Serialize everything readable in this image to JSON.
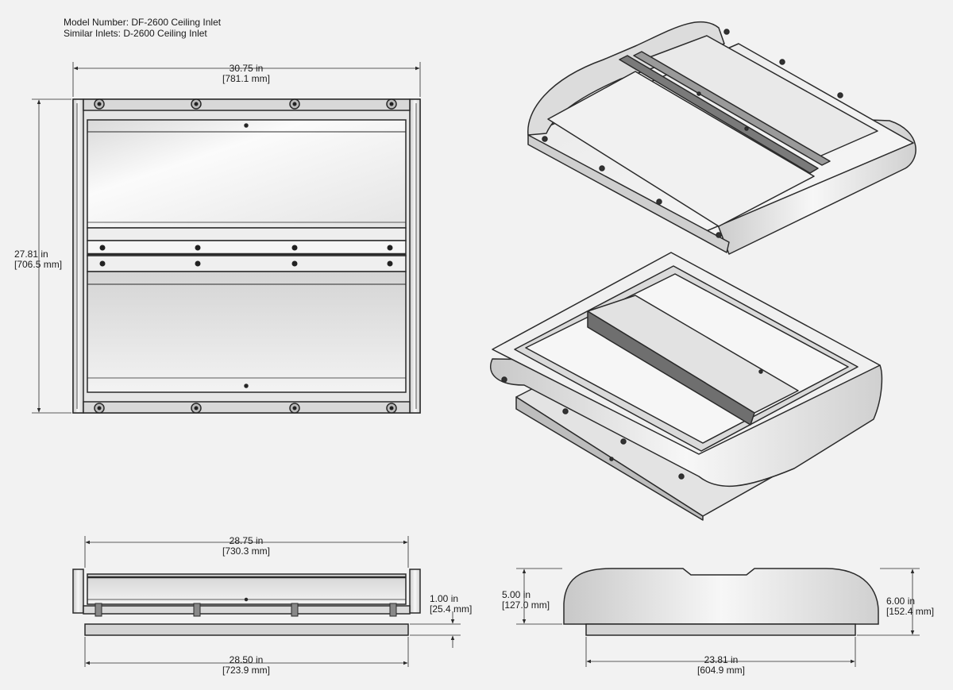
{
  "header": {
    "model_line": "Model Number: DF-2600 Ceiling Inlet",
    "similar_line": "Similar Inlets: D-2600 Ceiling Inlet"
  },
  "dimensions": {
    "top_width": {
      "in": "30.75 in",
      "mm": "[781.1 mm]"
    },
    "height": {
      "in": "27.81 in",
      "mm": "[706.5 mm]"
    },
    "front_inner_width": {
      "in": "28.75 in",
      "mm": "[730.3 mm]"
    },
    "front_outer_width": {
      "in": "28.50 in",
      "mm": "[723.9 mm]"
    },
    "flange": {
      "in": "1.00 in",
      "mm": "[25.4 mm]"
    },
    "side_height_left": {
      "in": "5.00 in",
      "mm": "[127.0 mm]"
    },
    "side_height_right": {
      "in": "6.00 in",
      "mm": "[152.4 mm]"
    },
    "side_base_width": {
      "in": "23.81 in",
      "mm": "[604.9 mm]"
    }
  },
  "colors": {
    "line": "#2a2a2a",
    "panel_light": "#fafafa",
    "panel_mid": "#dcdcdc",
    "panel_dark": "#8a8a8a",
    "background": "#f2f2f2"
  }
}
